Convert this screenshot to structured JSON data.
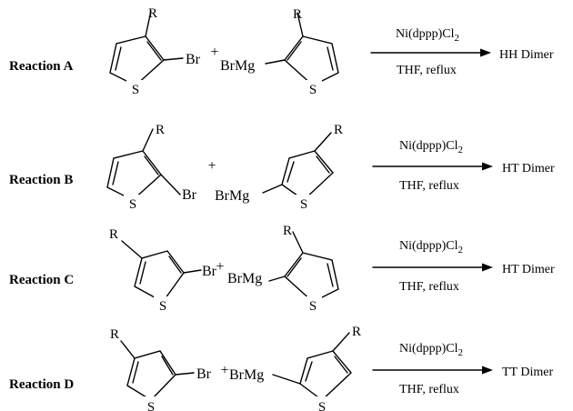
{
  "reactions": [
    {
      "label": "Reaction A",
      "plus": "+",
      "reactant1": {
        "r": "R",
        "heteroatom": "S",
        "leaving": "Br"
      },
      "reactant2": {
        "r": "R",
        "heteroatom": "S",
        "metal": "BrMg"
      },
      "catalyst": {
        "text": "Ni(dppp)Cl",
        "sub": "2"
      },
      "conditions": "THF, reflux",
      "product": "HH Dimer"
    },
    {
      "label": "Reaction B",
      "plus": "+",
      "reactant1": {
        "r": "R",
        "heteroatom": "S",
        "leaving": "Br"
      },
      "reactant2": {
        "r": "R",
        "heteroatom": "S",
        "metal": "BrMg"
      },
      "catalyst": {
        "text": "Ni(dppp)Cl",
        "sub": "2"
      },
      "conditions": "THF, reflux",
      "product": "HT Dimer"
    },
    {
      "label": "Reaction C",
      "plus": "+",
      "reactant1": {
        "r": "R",
        "heteroatom": "S",
        "leaving": "Br"
      },
      "reactant2": {
        "r": "R",
        "heteroatom": "S",
        "metal": "BrMg"
      },
      "catalyst": {
        "text": "Ni(dppp)Cl",
        "sub": "2"
      },
      "conditions": "THF, reflux",
      "product": "HT Dimer"
    },
    {
      "label": "Reaction D",
      "plus": "+",
      "reactant1": {
        "r": "R",
        "heteroatom": "S",
        "leaving": "Br"
      },
      "reactant2": {
        "r": "R",
        "heteroatom": "S",
        "metal": "BrMg"
      },
      "catalyst": {
        "text": "Ni(dppp)Cl",
        "sub": "2"
      },
      "conditions": "THF, reflux",
      "product": "TT Dimer"
    }
  ]
}
